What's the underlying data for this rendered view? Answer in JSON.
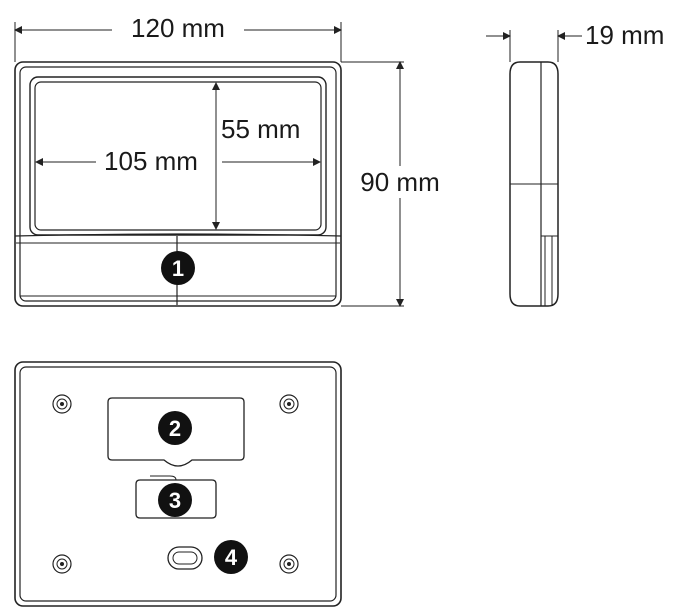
{
  "dimensions": {
    "width": "120 mm",
    "height": "90 mm",
    "depth": "19 mm",
    "screen_width": "105 mm",
    "screen_height": "55 mm"
  },
  "callouts": [
    "1",
    "2",
    "3",
    "4"
  ],
  "colors": {
    "line": "#222222",
    "badge": "#111111",
    "background": "#ffffff"
  }
}
